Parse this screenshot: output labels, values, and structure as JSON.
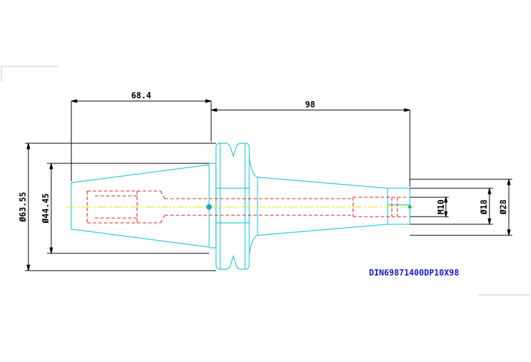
{
  "drawing": {
    "part_number": "DIN69871400DP10X98",
    "dimensions": {
      "gauge_length": "68.4",
      "projection_length": "98",
      "flange_diameter": "Ø63.55",
      "taper_diameter": "Ø44.45",
      "thread": "M10",
      "nose_diameter": "Ø18",
      "body_diameter": "Ø28"
    },
    "colors": {
      "outline": "#2ec8d8",
      "hidden": "#e02020",
      "dimension": "#000000",
      "centerline": "#e8e000",
      "label": "#1a1acc"
    }
  }
}
